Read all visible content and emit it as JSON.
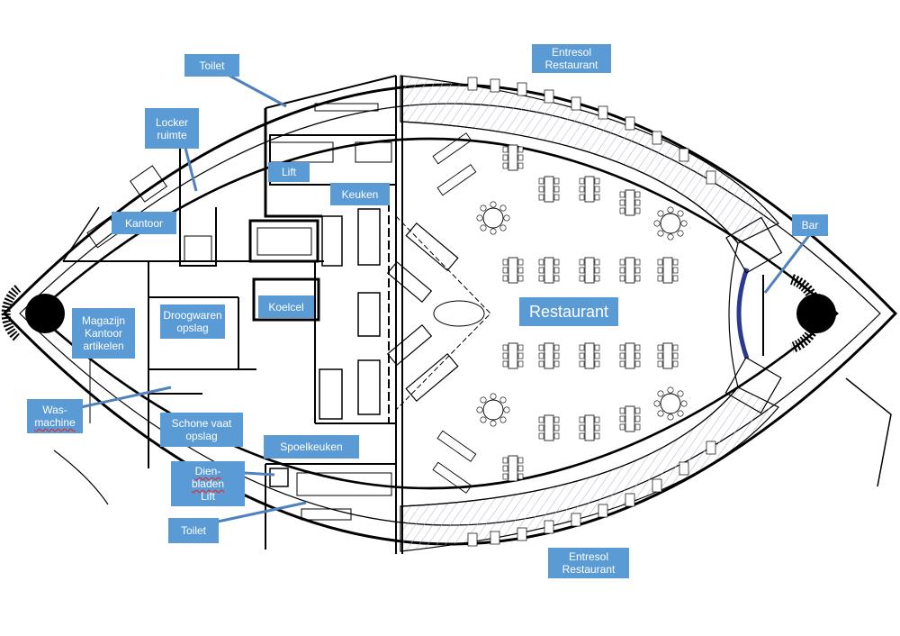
{
  "labels": {
    "toilet_top": "Toilet",
    "locker": "Locker\nruimte",
    "lift": "Lift",
    "keuken": "Keuken",
    "kantoor": "Kantoor",
    "magazijn": "Magazijn\nKantoor\nartikelen",
    "droogwaren": "Droogwaren\nopslag",
    "koelcel": "Koelcel",
    "restaurant": "Restaurant",
    "bar": "Bar",
    "entresol_top": "Entresol\nRestaurant",
    "entresol_bottom": "Entresol\nRestaurant",
    "was_line1": "Was-",
    "was_line2": "machine",
    "schone_vaat": "Schone vaat\nopslag",
    "spoelkeuken": "Spoelkeuken",
    "dienbladen_line1": "Dien-",
    "dienbladen_line2": "bladen",
    "dienbladen_line3": "Lift",
    "toilet_bottom": "Toilet"
  },
  "colors": {
    "label_bg": "#5b9bd5",
    "label_text": "#ffffff",
    "wall": "#000000",
    "entresol_hatch": "#9aa7b8",
    "bar_counter": "#2b3a8f"
  }
}
